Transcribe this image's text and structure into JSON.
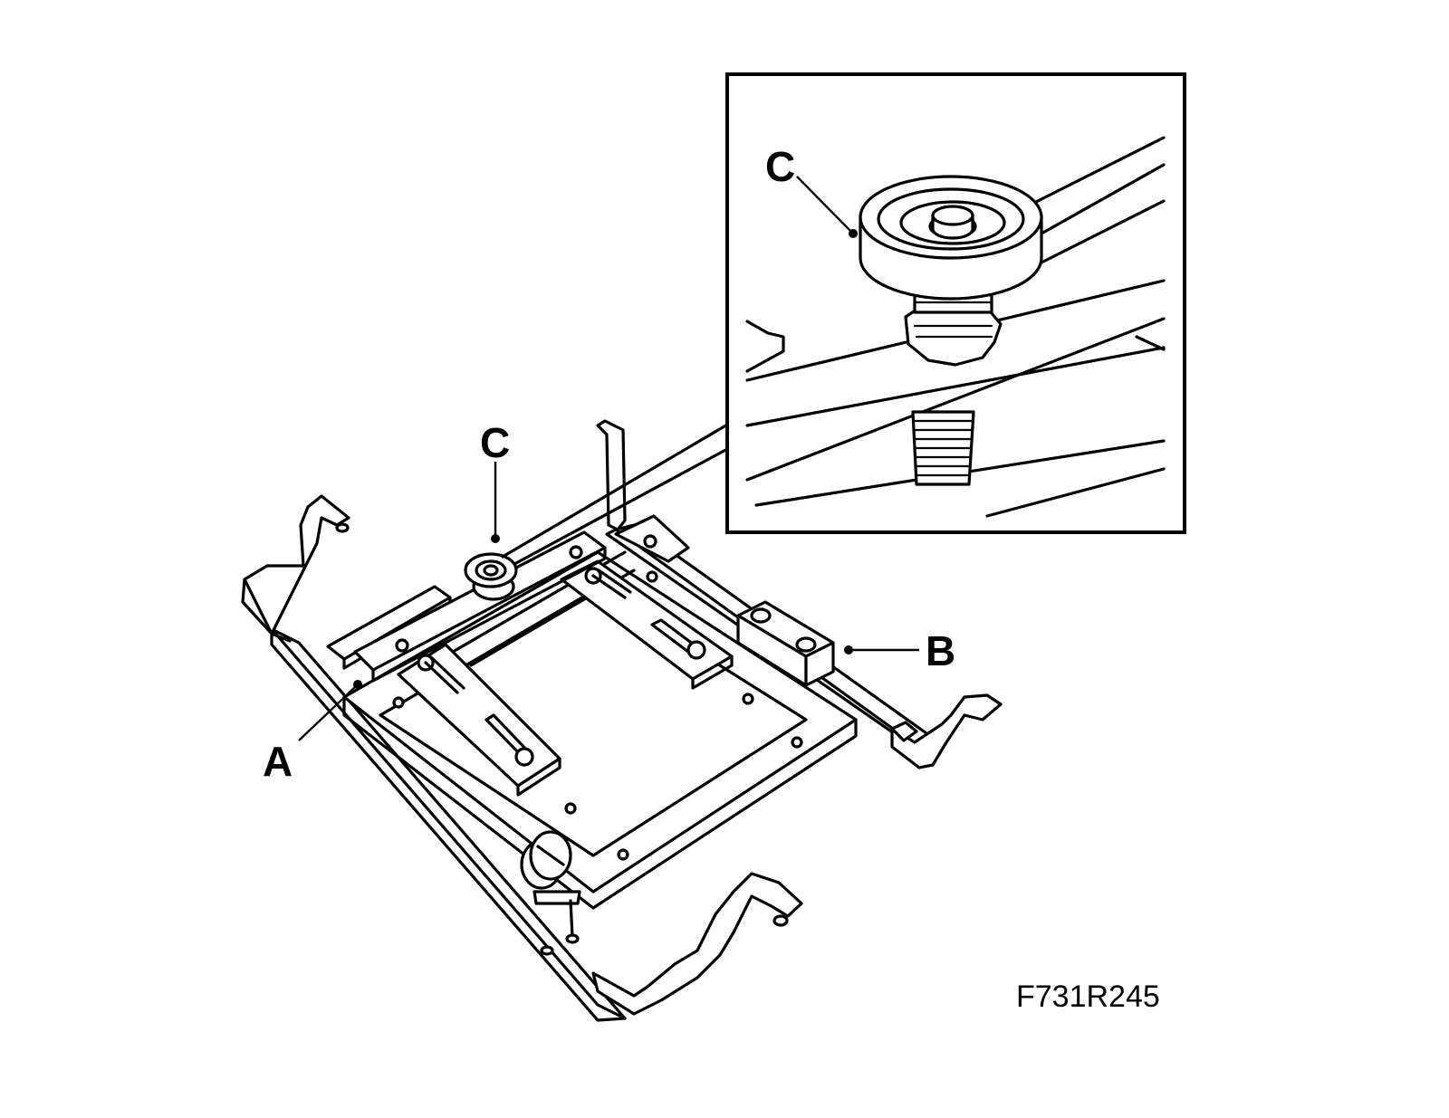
{
  "labels": {
    "a": "A",
    "b": "B",
    "c_main": "C",
    "c_detail": "C"
  },
  "figure_code": "F731R245",
  "colors": {
    "ink": "#000000",
    "paper": "#ffffff"
  }
}
